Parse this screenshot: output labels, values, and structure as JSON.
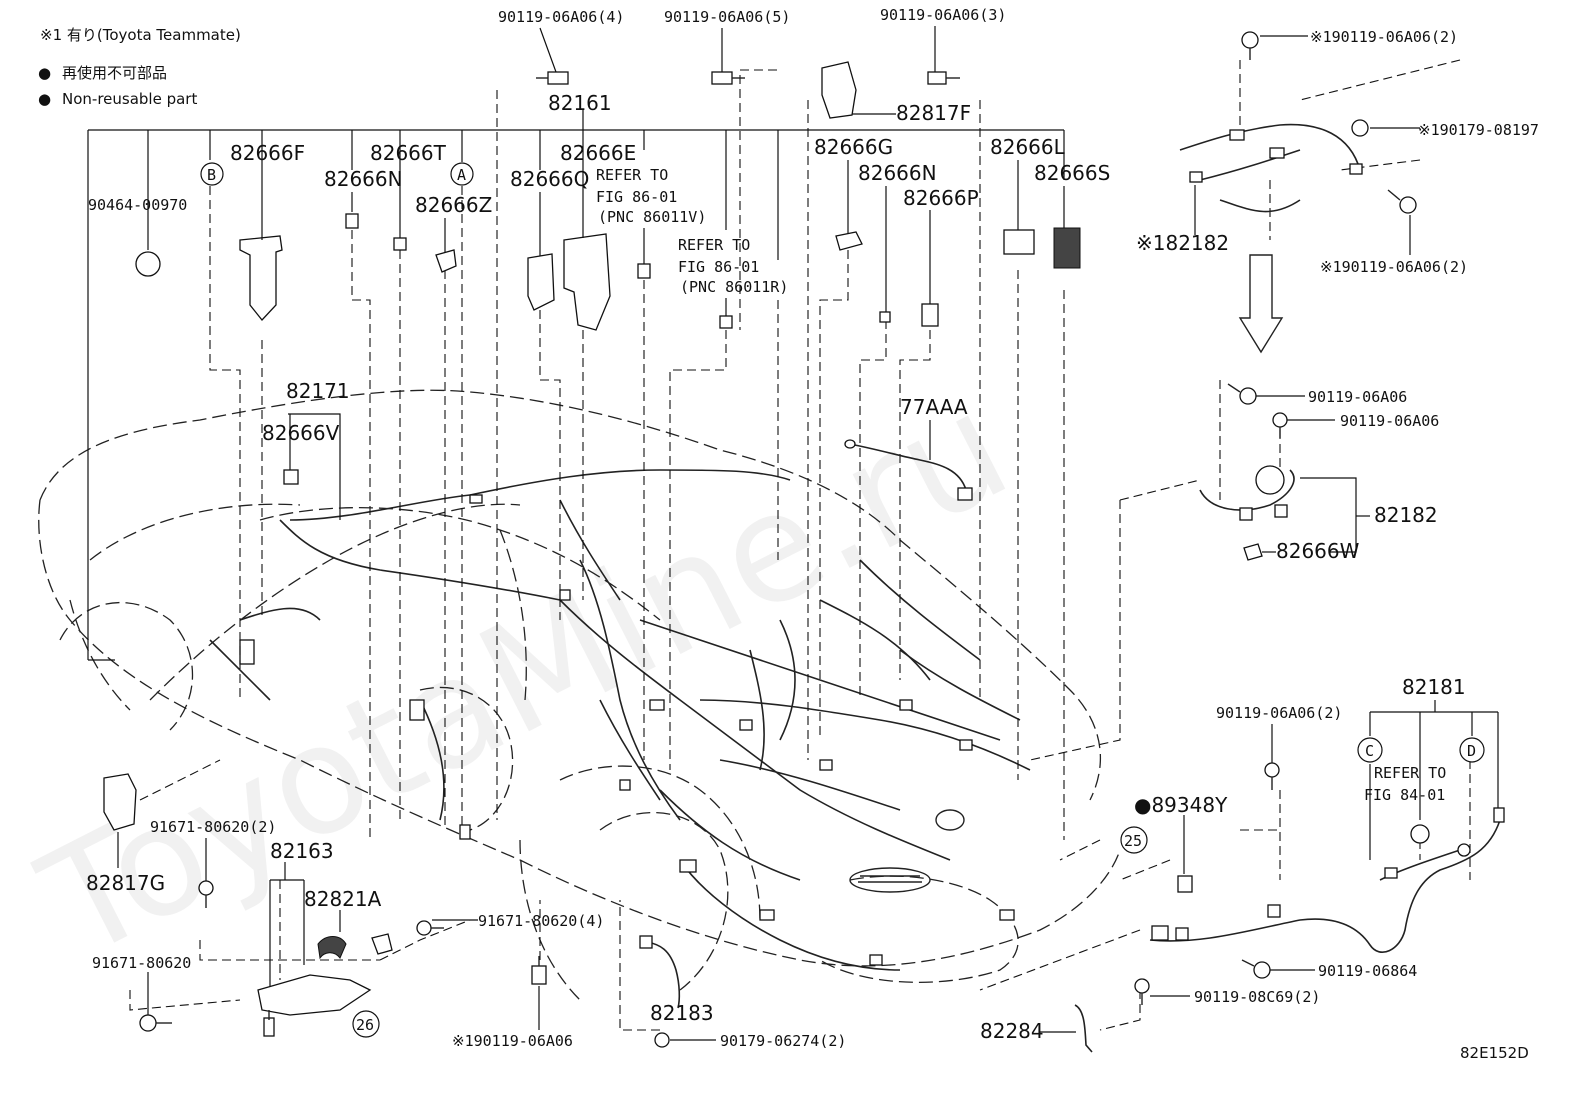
{
  "legend": {
    "note1": "※1 有り(Toyota Teammate)",
    "bullet": "●",
    "nonreusable_jp": "再使用不可部品",
    "nonreusable_en": "Non-reusable part"
  },
  "watermark": "ToyotaMine.ru",
  "diagram_code": "82E152D",
  "labels": {
    "p_90119_06a06_4": "90119-06A06(4)",
    "p_90119_06a06_5": "90119-06A06(5)",
    "p_90119_06a06_3": "90119-06A06(3)",
    "p_82161": "82161",
    "p_82817f": "82817F",
    "p_82666f": "82666F",
    "p_82666t": "82666T",
    "p_82666n_1": "82666N",
    "p_82666z": "82666Z",
    "p_82666e": "82666E",
    "p_82666q": "82666Q",
    "p_82666g": "82666G",
    "p_82666n_2": "82666N",
    "p_82666p": "82666P",
    "p_82666l": "82666L",
    "p_82666s": "82666S",
    "p_90464_00970": "90464-00970",
    "ref_1_a": "REFER TO",
    "ref_1_b": "FIG 86-01",
    "ref_1_c": "(PNC 86011V)",
    "ref_2_a": "REFER TO",
    "ref_2_b": "FIG 86-01",
    "ref_2_c": "(PNC 86011R)",
    "p_82171": "82171",
    "p_82666v": "82666V",
    "p_77aaa": "77AAA",
    "tr_90119_06a06_2a": "※190119-06A06(2)",
    "tr_90179_08197": "※190179-08197",
    "tr_82182": "※182182",
    "tr_90119_06a06_2b": "※190119-06A06(2)",
    "r_90119_06a06_a": "90119-06A06",
    "r_90119_06a06_b": "90119-06A06",
    "r_82182": "82182",
    "r_82666w": "82666W",
    "p_82181": "82181",
    "p_90119_06a06_2c": "90119-06A06(2)",
    "ref_3_a": "REFER TO",
    "ref_3_b": "FIG 84-01",
    "p_89348y": "●89348Y",
    "p_90119_06864": "90119-06864",
    "p_90119_08c69_2": "90119-08C69(2)",
    "p_82284": "82284",
    "p_82183": "82183",
    "p_90179_06274_2": "90179-06274(2)",
    "p_90119_06a06_bot": "※190119-06A06",
    "p_82817g": "82817G",
    "p_91671_80620_2": "91671-80620(2)",
    "p_82163": "82163",
    "p_82821a": "82821A",
    "p_91671_80620_4": "91671-80620(4)",
    "p_91671_80620": "91671-80620",
    "c_a": "A",
    "c_b": "B",
    "c_c": "C",
    "c_d": "D",
    "c_25": "25",
    "c_26": "26"
  }
}
